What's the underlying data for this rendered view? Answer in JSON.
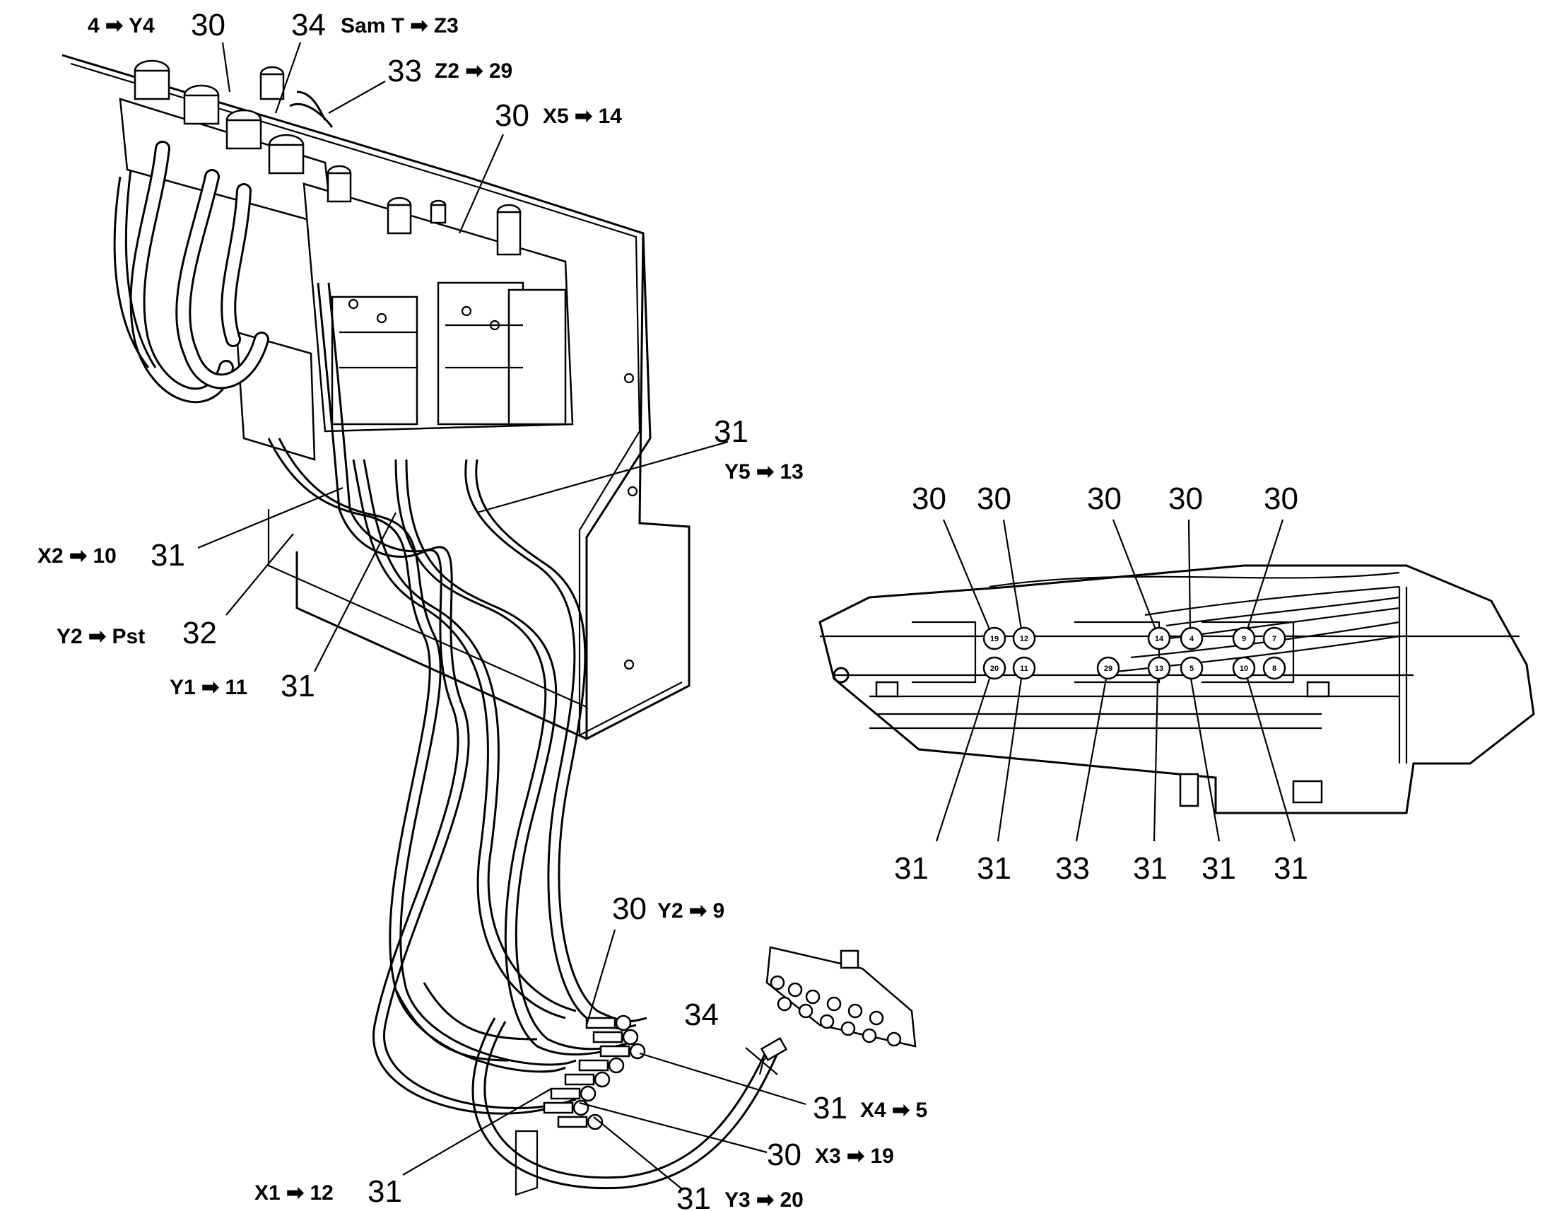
{
  "callouts": {
    "top_30": "30",
    "top_34": "34",
    "top_33": "33",
    "top_30_x5": "30",
    "right_31_y5": "31",
    "left_31_x2": "31",
    "left_32": "32",
    "left_31_y1": "31",
    "bottom_30_y2": "30",
    "bottom_34": "34",
    "bottom_31_x4": "31",
    "bottom_30_x3": "30",
    "bottom_31_y3": "31",
    "bottom_31_x1": "31",
    "detail_top": [
      "30",
      "30",
      "30",
      "30",
      "30"
    ],
    "detail_bottom": [
      "31",
      "31",
      "33",
      "31",
      "31",
      "31"
    ]
  },
  "connections": {
    "c_4_y4": "4 ➡ Y4",
    "c_samt_z3": "Sam T ➡ Z3",
    "c_z2_29": "Z2 ➡ 29",
    "c_x5_14": "X5 ➡ 14",
    "c_y5_13": "Y5 ➡ 13",
    "c_x2_10": "X2 ➡ 10",
    "c_y2_pst": "Y2 ➡ Pst",
    "c_y1_11": "Y1 ➡ 11",
    "c_y2_9": "Y2 ➡ 9",
    "c_x4_5": "X4 ➡ 5",
    "c_x3_19": "X3 ➡ 19",
    "c_y3_20": "Y3 ➡ 20",
    "c_x1_12": "X1 ➡ 12"
  },
  "detail_ports": {
    "top_row": [
      "19",
      "12",
      "14",
      "4",
      "9",
      "7"
    ],
    "bottom_row": [
      "20",
      "11",
      "29",
      "13",
      "5",
      "10",
      "8"
    ]
  }
}
